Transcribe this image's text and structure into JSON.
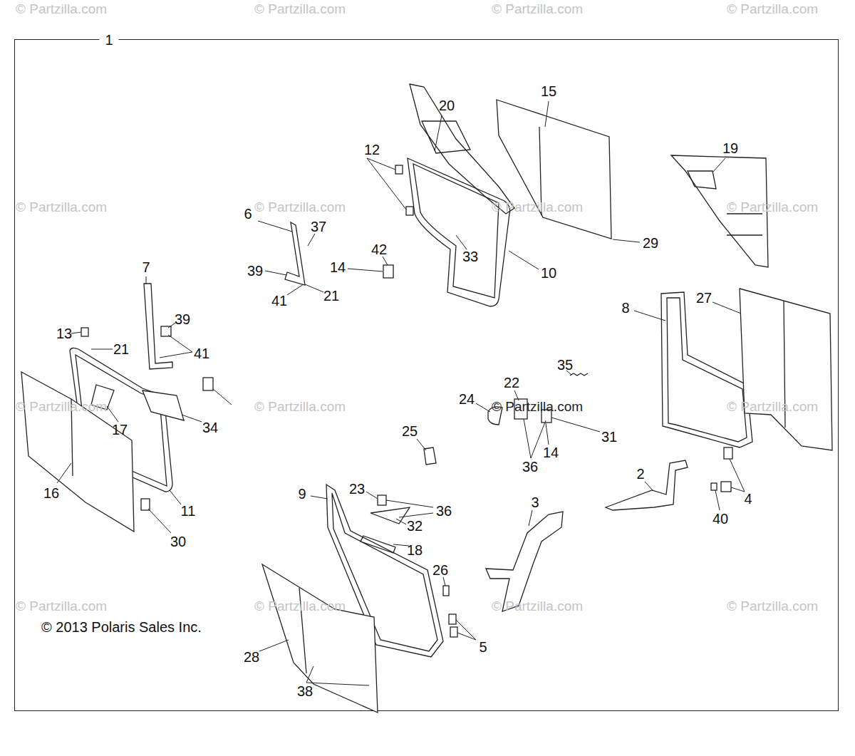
{
  "diagram": {
    "labels": [
      "© Partzilla.com",
      "© Partzilla.com",
      "© Partzilla.com",
      "© Partzilla.com",
      "© Partzilla.com",
      "© Partzilla.com",
      "© Partzilla.com",
      "© Partzilla.com",
      "© Partzilla.com",
      "© Partzilla.com",
      "© Partzilla.com",
      "© Partzilla.com",
      "© Partzilla.com",
      "© Partzilla.com",
      "© Partzilla.com",
      "© Partzilla.com",
      "1",
      "15",
      "20",
      "19",
      "12",
      "6",
      "37",
      "42",
      "39",
      "14",
      "33",
      "10",
      "29",
      "41",
      "21",
      "7",
      "39",
      "13",
      "21",
      "41",
      "8",
      "27",
      "35",
      "22",
      "24",
      "14",
      "31",
      "36",
      "34",
      "17",
      "25",
      "16",
      "11",
      "30",
      "23",
      "36",
      "32",
      "9",
      "18",
      "3",
      "2",
      "4",
      "40",
      "26",
      "5",
      "28",
      "38",
      "© 2013 Polaris Sales Inc."
    ]
  }
}
